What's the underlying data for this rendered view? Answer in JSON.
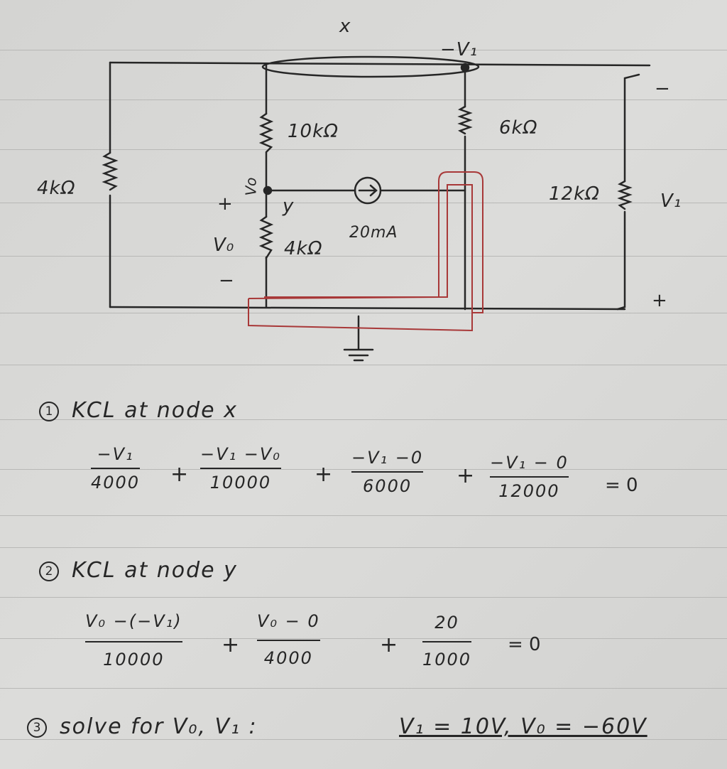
{
  "circuit": {
    "node_x_label": "x",
    "node_x_voltage": "−V₁",
    "r_10k": "10kΩ",
    "r_6k": "6kΩ",
    "r_4k_left": "4kΩ",
    "r_4k_mid": "4kΩ",
    "r_12k": "12kΩ",
    "vo_node_label": "Vo",
    "node_y_label": "y",
    "vo_plus": "+",
    "vo_label": "V₀",
    "vo_minus": "−",
    "current_source": "20mA",
    "v1_minus": "−",
    "v1_label": "V₁",
    "v1_plus": "+"
  },
  "step1": {
    "number": "1",
    "title": "KCL at node x",
    "terms": [
      {
        "num": "−V₁",
        "den": "4000"
      },
      {
        "num": "−V₁ −V₀",
        "den": "10000"
      },
      {
        "num": "−V₁ −0",
        "den": "6000"
      },
      {
        "num": "−V₁ − 0",
        "den": "12000"
      }
    ],
    "plus": "+",
    "rhs": "= 0"
  },
  "step2": {
    "number": "2",
    "title": "KCL at node y",
    "terms": [
      {
        "num": "V₀ −(−V₁)",
        "den": "10000"
      },
      {
        "num": "V₀ − 0",
        "den": "4000"
      },
      {
        "num": "20",
        "den": "1000"
      }
    ],
    "plus": "+",
    "rhs": "= 0"
  },
  "step3": {
    "number": "3",
    "text": "solve for V₀, V₁ :",
    "result": "V₁ = 10V,  V₀ = −60V"
  },
  "colors": {
    "ink": "#262626",
    "red_ink": "#a83838",
    "paper": "#d8d8d6"
  }
}
